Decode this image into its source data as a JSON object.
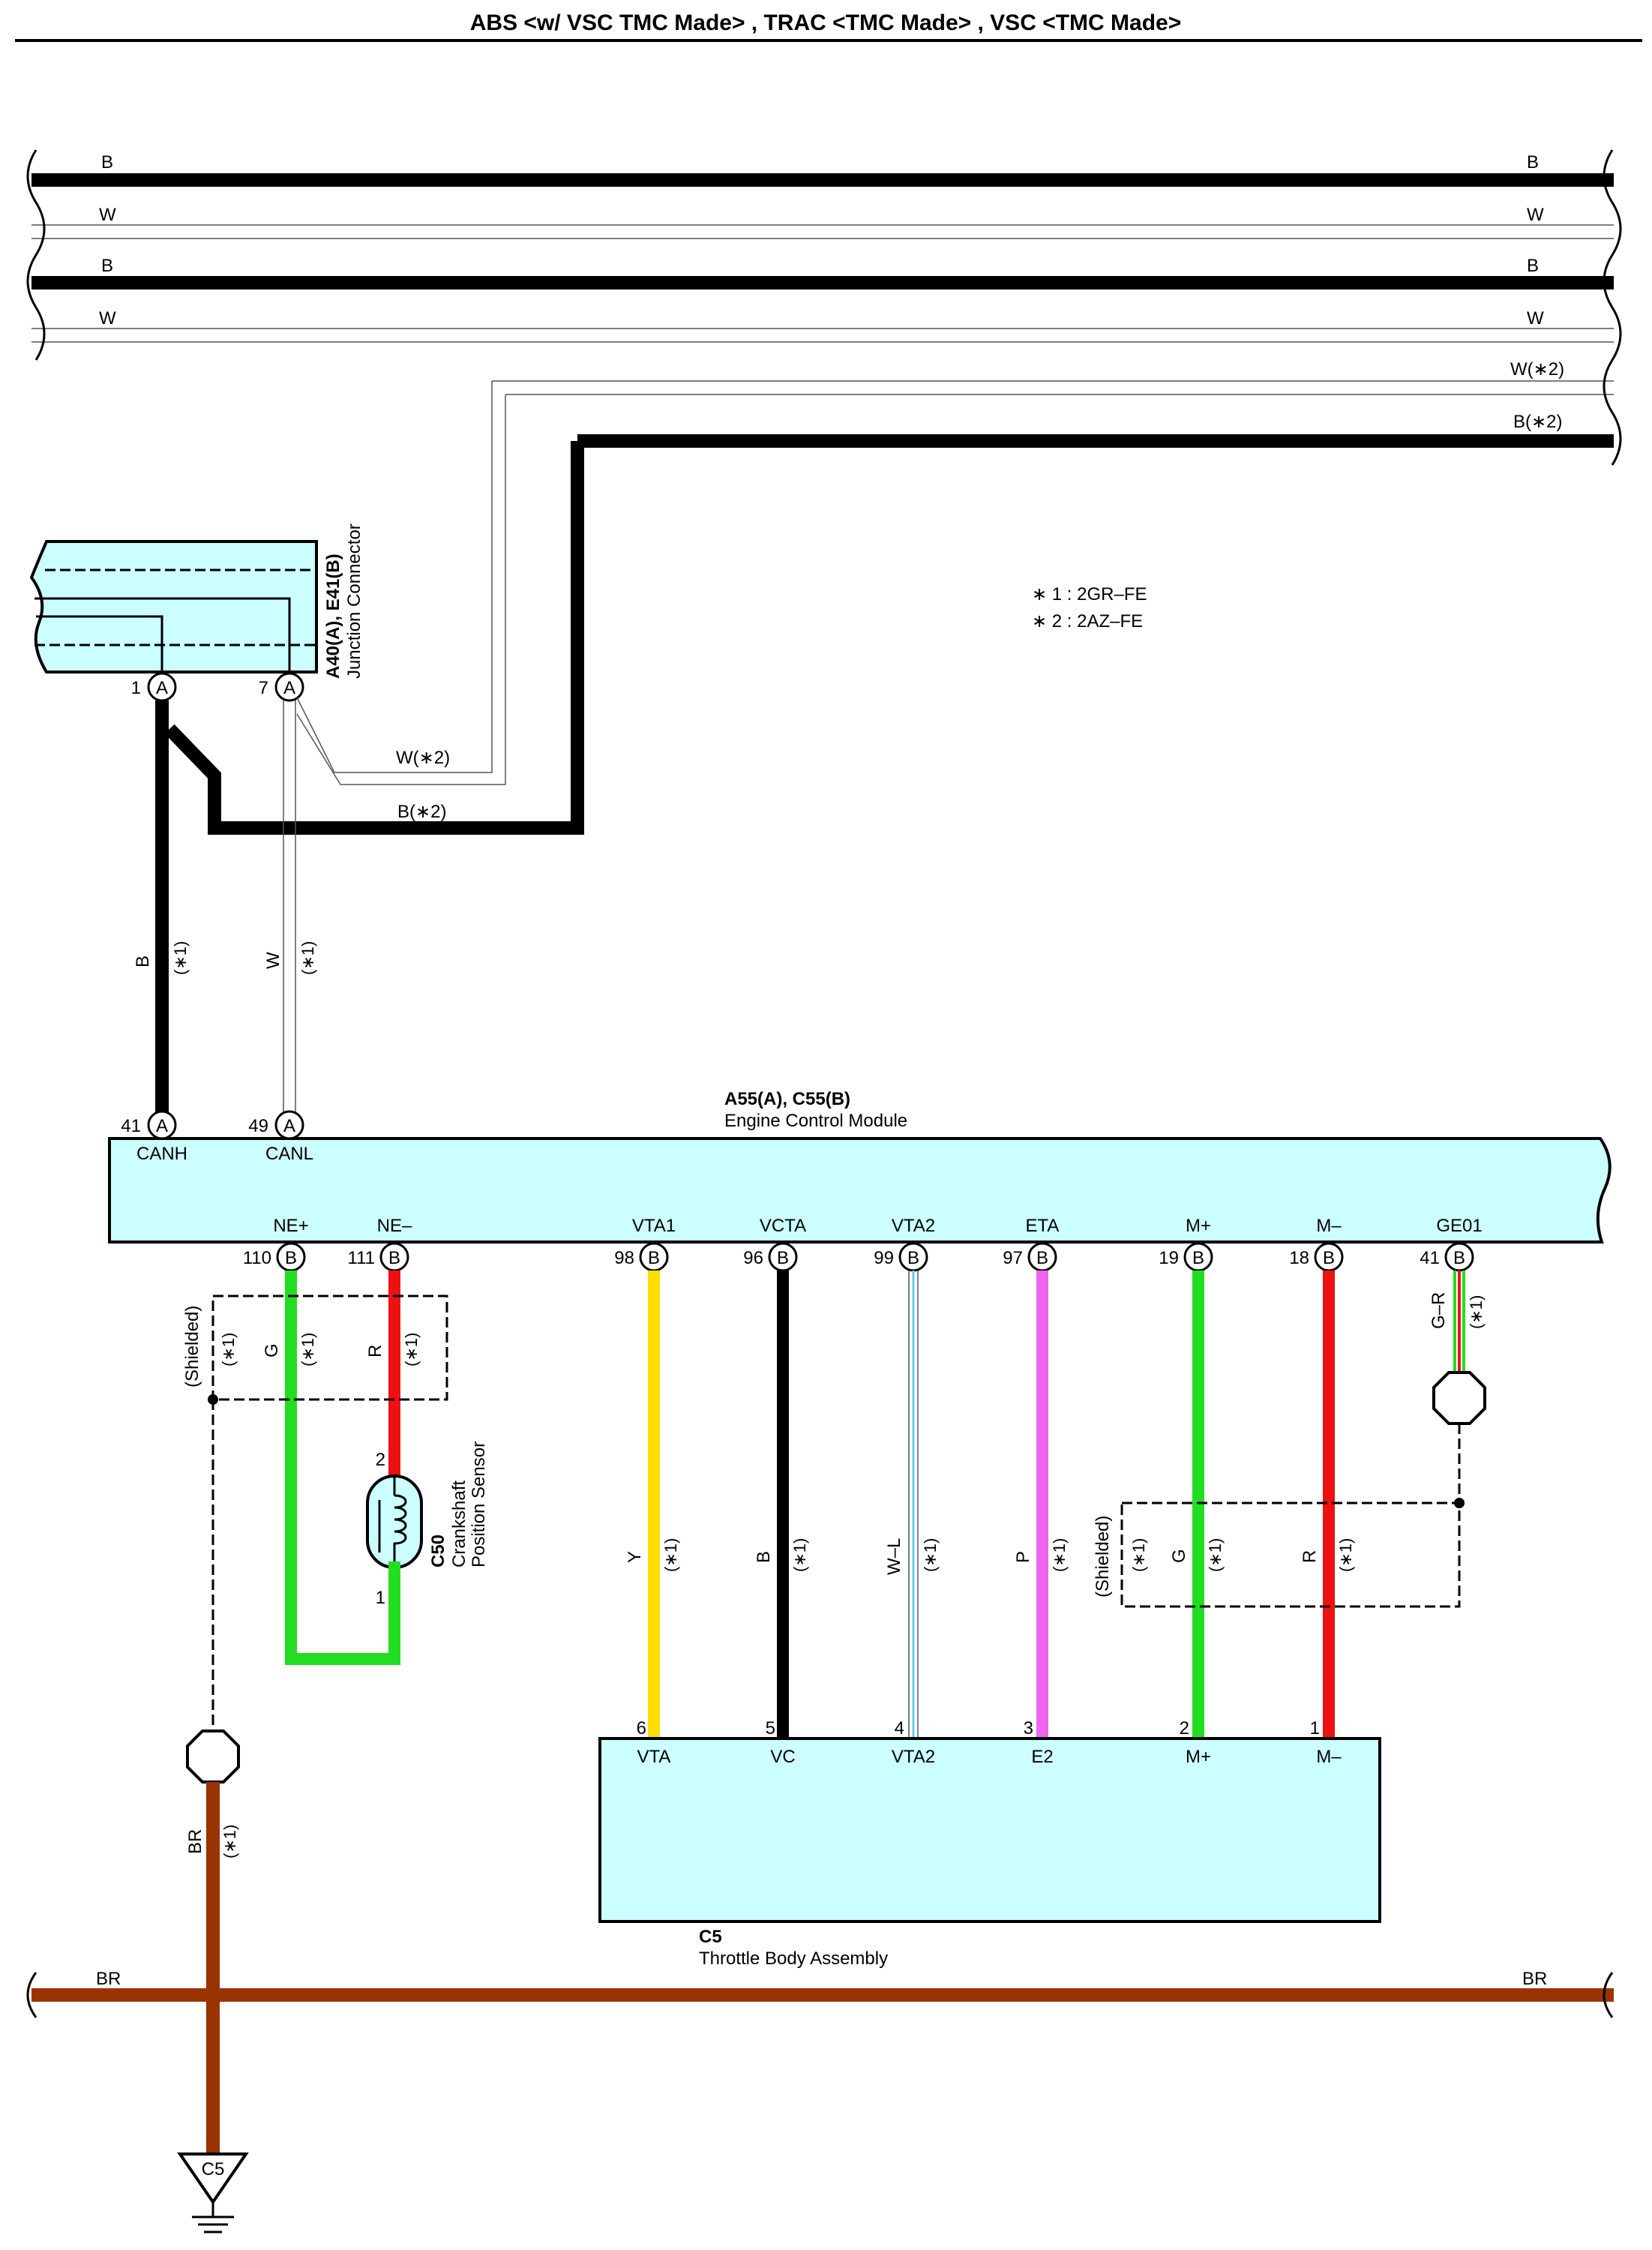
{
  "title": "ABS <w/ VSC TMC Made> , TRAC <TMC Made> , VSC <TMC Made>",
  "notes": [
    "∗ 1 : 2GR–FE",
    "∗ 2 : 2AZ–FE"
  ],
  "bus_wires": [
    {
      "left": "B",
      "right": "B"
    },
    {
      "left": "W",
      "right": "W"
    },
    {
      "left": "B",
      "right": "B"
    },
    {
      "left": "W",
      "right": "W"
    },
    {
      "right": "W(∗2)"
    },
    {
      "right": "B(∗2)"
    }
  ],
  "junction": {
    "code": "A40(A), E41(B)",
    "name": "Junction Connector",
    "pins": [
      {
        "num": "1",
        "conn": "A"
      },
      {
        "num": "7",
        "conn": "A"
      }
    ],
    "branch_labels": {
      "w": "W(∗2)",
      "b": "B(∗2)"
    }
  },
  "can_wires": [
    {
      "color": "B",
      "note": "(∗1)"
    },
    {
      "color": "W",
      "note": "(∗1)"
    }
  ],
  "ecm": {
    "code": "A55(A), C55(B)",
    "name": "Engine Control Module",
    "top_pins": [
      {
        "num": "41",
        "conn": "A",
        "name": "CANH"
      },
      {
        "num": "49",
        "conn": "A",
        "name": "CANL"
      }
    ],
    "bottom_pins": [
      {
        "num": "110",
        "conn": "B",
        "name": "NE+"
      },
      {
        "num": "111",
        "conn": "B",
        "name": "NE–"
      },
      {
        "num": "98",
        "conn": "B",
        "name": "VTA1"
      },
      {
        "num": "96",
        "conn": "B",
        "name": "VCTA"
      },
      {
        "num": "99",
        "conn": "B",
        "name": "VTA2"
      },
      {
        "num": "97",
        "conn": "B",
        "name": "ETA"
      },
      {
        "num": "19",
        "conn": "B",
        "name": "M+"
      },
      {
        "num": "18",
        "conn": "B",
        "name": "M–"
      },
      {
        "num": "41",
        "conn": "B",
        "name": "GE01"
      }
    ]
  },
  "sensor_wires": [
    {
      "color": "G",
      "note": "(∗1)"
    },
    {
      "color": "R",
      "note": "(∗1)"
    }
  ],
  "tb_wires": [
    {
      "color": "Y",
      "note": "(∗1)",
      "hex": "#ffdd00"
    },
    {
      "color": "B",
      "note": "(∗1)",
      "hex": "#000000"
    },
    {
      "color": "W–L",
      "note": "(∗1)",
      "hex": "#66ccee"
    },
    {
      "color": "P",
      "note": "(∗1)",
      "hex": "#ee66ee"
    },
    {
      "color": "G",
      "note": "(∗1)",
      "hex": "#22dd22"
    },
    {
      "color": "R",
      "note": "(∗1)",
      "hex": "#ee1111"
    }
  ],
  "ge01_wire": {
    "color": "G–R",
    "note": "(∗1)"
  },
  "shield_label": "(Shielded)",
  "shield_note": "(∗1)",
  "crank_sensor": {
    "code": "C50",
    "name": [
      "Crankshaft",
      "Position Sensor"
    ],
    "pins": [
      "2",
      "1"
    ]
  },
  "throttle_body": {
    "code": "C5",
    "name": "Throttle Body Assembly",
    "pins": [
      {
        "num": "6",
        "name": "VTA"
      },
      {
        "num": "5",
        "name": "VC"
      },
      {
        "num": "4",
        "name": "VTA2"
      },
      {
        "num": "3",
        "name": "E2"
      },
      {
        "num": "2",
        "name": "M+"
      },
      {
        "num": "1",
        "name": "M–"
      }
    ]
  },
  "ground": {
    "bus_left": "BR",
    "bus_right": "BR",
    "drop": "BR",
    "drop_note": "(∗1)",
    "point": "C5"
  },
  "colors": {
    "module_fill": "#ccffff",
    "green": "#22dd22",
    "red": "#ee1111",
    "brown": "#993300"
  }
}
